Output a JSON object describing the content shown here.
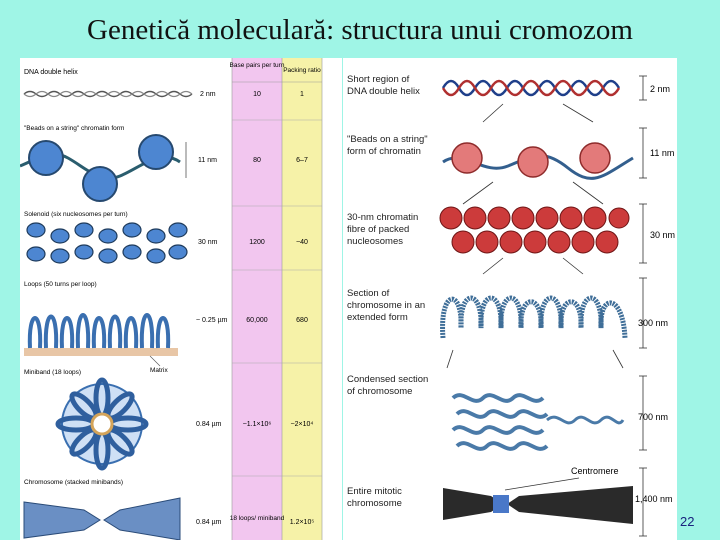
{
  "slide": {
    "title": "Genetică moleculară: structura unui cromozom",
    "page_number": "22"
  },
  "left_figure": {
    "column_headers": {
      "base_pairs": "Base pairs per turn",
      "packing": "Packing ratio"
    },
    "rows": [
      {
        "label": "DNA double helix",
        "width": "2 nm",
        "base_pairs": "10",
        "packing": "1"
      },
      {
        "label": "\"Beads on a string\" chromatin form",
        "width": "11 nm",
        "base_pairs": "80",
        "packing": "6–7"
      },
      {
        "label": "Solenoid (six nucleosomes per turn)",
        "width": "30 nm",
        "base_pairs": "1200",
        "packing": "~40"
      },
      {
        "label": "Loops (50 turns per loop)",
        "width": "~ 0.25 µm",
        "base_pairs": "60,000",
        "packing": "680"
      },
      {
        "label": "Miniband (18 loops)",
        "width": "0.84 µm",
        "base_pairs": "~1.1×10⁶",
        "packing": "~2×10⁴"
      },
      {
        "label": "Chromosome (stacked minibands)",
        "width": "0.84 µm",
        "base_pairs": "18 loops/ miniband",
        "packing": "1.2×10⁵"
      }
    ],
    "matrix_label": "Matrix"
  },
  "right_figure": {
    "rows": [
      {
        "label": "Short region of DNA double helix",
        "size": "2 nm"
      },
      {
        "label": "\"Beads on a string\" form of chromatin",
        "size": "11 nm"
      },
      {
        "label": "30-nm chromatin fibre of packed nucleosomes",
        "size": "30 nm"
      },
      {
        "label": "Section of chromosome in an extended form",
        "size": "300 nm"
      },
      {
        "label": "Condensed section of chromosome",
        "size": "700 nm"
      },
      {
        "label": "Entire mitotic chromosome",
        "size": "1,400 nm"
      }
    ],
    "centromere_label": "Centromere"
  },
  "colors": {
    "background": "#9ff5e6",
    "pink_column": "#f2c6ef",
    "yellow_column": "#f6f2a8",
    "bead": "#cc3b3b",
    "dna_blue": "#3a6fb0"
  }
}
